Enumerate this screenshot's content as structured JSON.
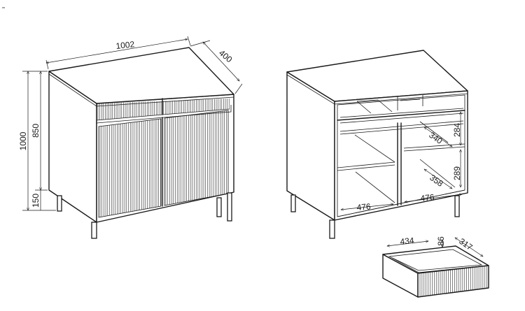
{
  "dimensions": {
    "width": "1002",
    "depth": "400",
    "total_height": "1000",
    "body_height": "850",
    "leg_height": "150",
    "shelf_upper_height": "284",
    "shelf_lower_height": "289",
    "shelf_upper_depth": "340",
    "shelf_lower_depth": "358",
    "inner_width_left": "476",
    "inner_width_right": "476",
    "drawer_width": "434",
    "drawer_height": "86",
    "drawer_depth": "317"
  }
}
